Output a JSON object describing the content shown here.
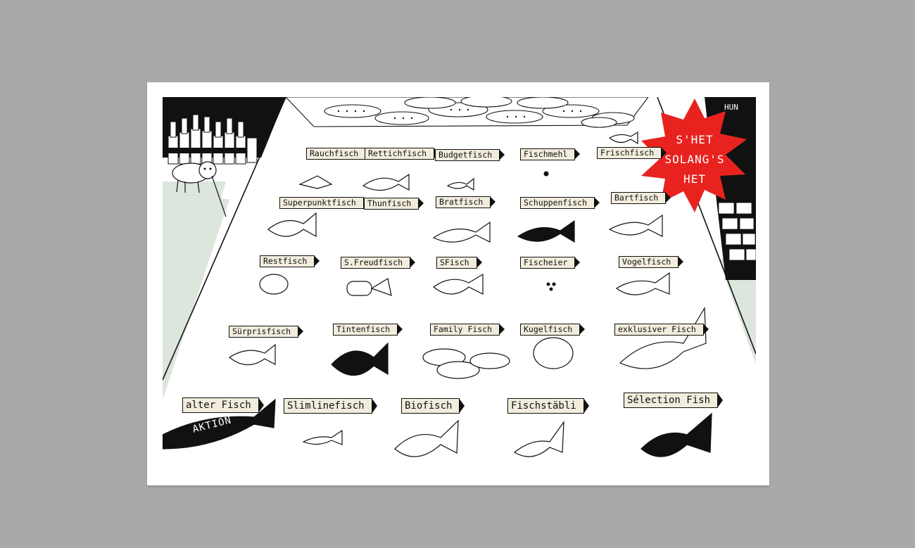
{
  "signs": [
    {
      "id": "rauchfisch",
      "label": "Rauchfisch"
    },
    {
      "id": "rettichfisch",
      "label": "Rettichfisch"
    },
    {
      "id": "budgetfisch",
      "label": "Budgetfisch"
    },
    {
      "id": "fischmehl",
      "label": "Fischmehl"
    },
    {
      "id": "frischfisch",
      "label": "Frischfisch"
    },
    {
      "id": "superpunktfisch",
      "label": "Superpunktfisch"
    },
    {
      "id": "thunfisch",
      "label": "Thunfisch"
    },
    {
      "id": "bratfisch",
      "label": "Bratfisch"
    },
    {
      "id": "schuppenfisch",
      "label": "Schuppenfisch"
    },
    {
      "id": "bartfisch",
      "label": "Bartfisch"
    },
    {
      "id": "restfisch",
      "label": "Restfisch"
    },
    {
      "id": "sfreudfisch",
      "label": "S.Freudfisch"
    },
    {
      "id": "sfisch",
      "label": "SFisch"
    },
    {
      "id": "fischeier",
      "label": "Fischeier"
    },
    {
      "id": "vogelfisch",
      "label": "Vogelfisch"
    },
    {
      "id": "surprisfisch",
      "label": "Sürprisfisch"
    },
    {
      "id": "tintenfisch",
      "label": "Tintenfisch"
    },
    {
      "id": "familyfisch",
      "label": "Family Fisch"
    },
    {
      "id": "kugelfisch",
      "label": "Kugelfisch"
    },
    {
      "id": "exklusiverfisch",
      "label": "exklusiver Fisch"
    },
    {
      "id": "alterfisch",
      "label": "alter Fisch"
    },
    {
      "id": "slimlinefisch",
      "label": "Slimlinefisch"
    },
    {
      "id": "biofisch",
      "label": "Biofisch"
    },
    {
      "id": "fischstabli",
      "label": "Fischstäbli"
    },
    {
      "id": "selectionfish",
      "label": "Sélection Fish"
    }
  ],
  "aktion_label": "AKTION",
  "starburst": {
    "line1": "S'HET",
    "line2": "SOLANG'S",
    "line3": "HET",
    "color": "#e8231f"
  },
  "shelf_tin_label": "HUN",
  "colors": {
    "background": "#a9a9a9",
    "card": "#ffffff",
    "floor_tint": "#dde6dc",
    "sign_fill": "#f1ecdc",
    "ink": "#111111"
  }
}
